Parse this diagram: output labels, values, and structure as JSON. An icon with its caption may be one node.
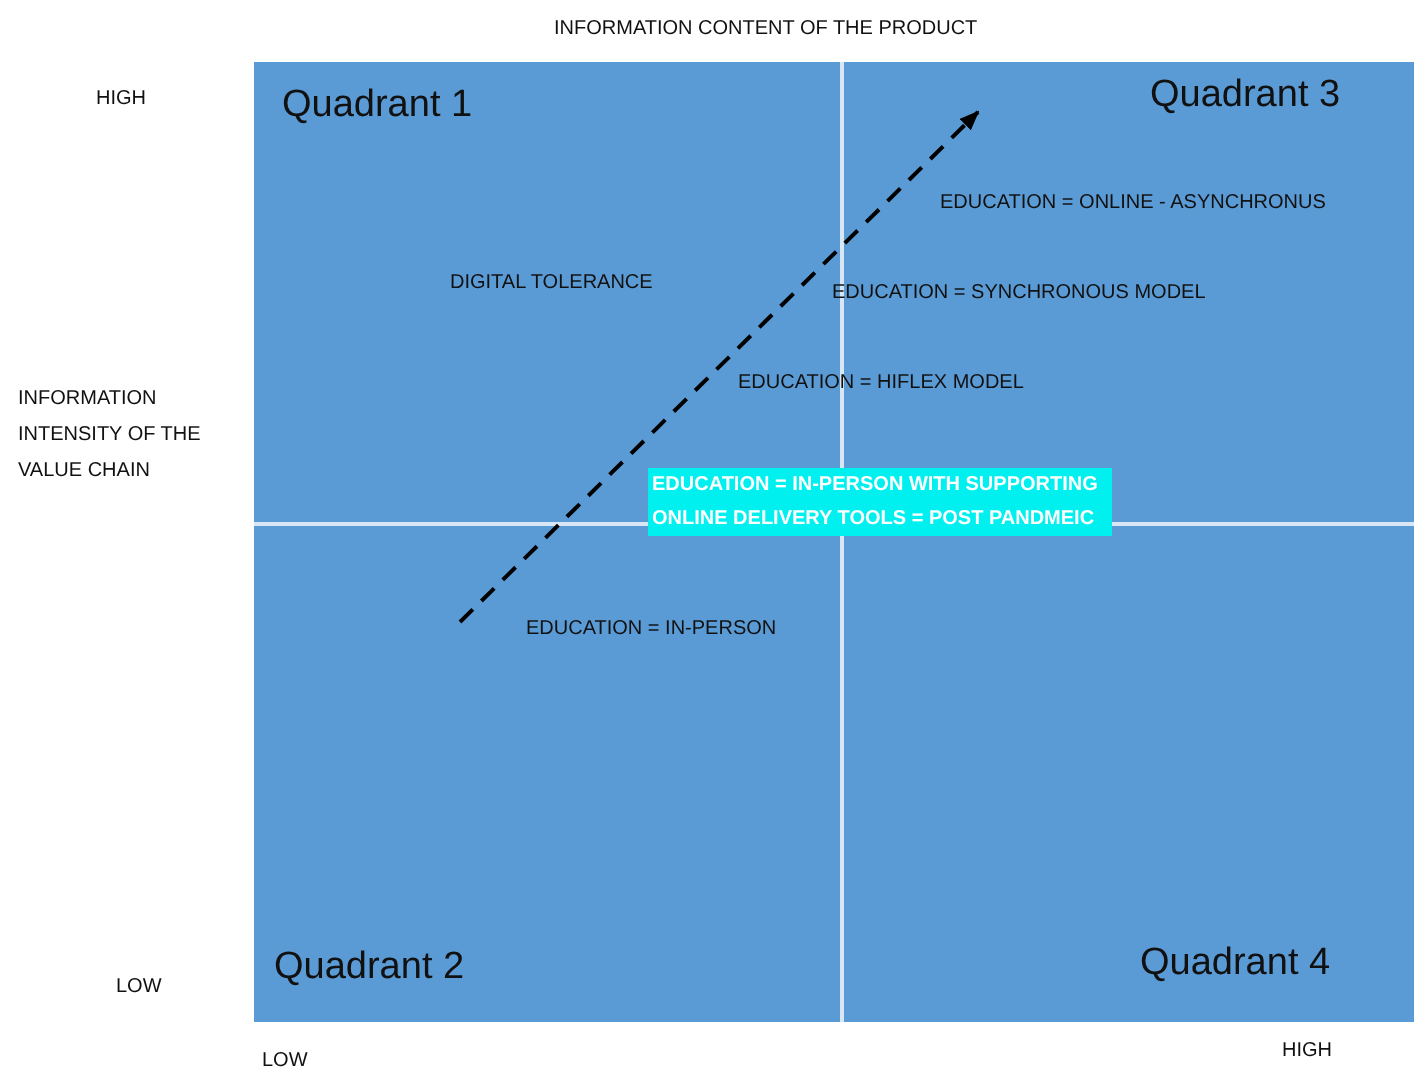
{
  "diagram": {
    "labels": [
      "INFORMATION CONTENT OF THE PRODUCT",
      "HIGH",
      "Quadrant 1",
      "Quadrant 3",
      "EDUCATION = ONLINE - ASYNCHRONUS",
      "DIGITAL TOLERANCE",
      "EDUCATION = SYNCHRONOUS MODEL",
      "INFORMATION INTENSITY OF THE VALUE CHAIN",
      "EDUCATION = HIFLEX MODEL",
      "EDUCATION = IN-PERSON WITH SUPPORTING ONLINE DELIVERY TOOLS = POST PANDMEIC",
      "EDUCATION = IN-PERSON",
      "Quadrant 2",
      "Quadrant 4",
      "LOW",
      "LOW",
      "HIGH"
    ]
  }
}
